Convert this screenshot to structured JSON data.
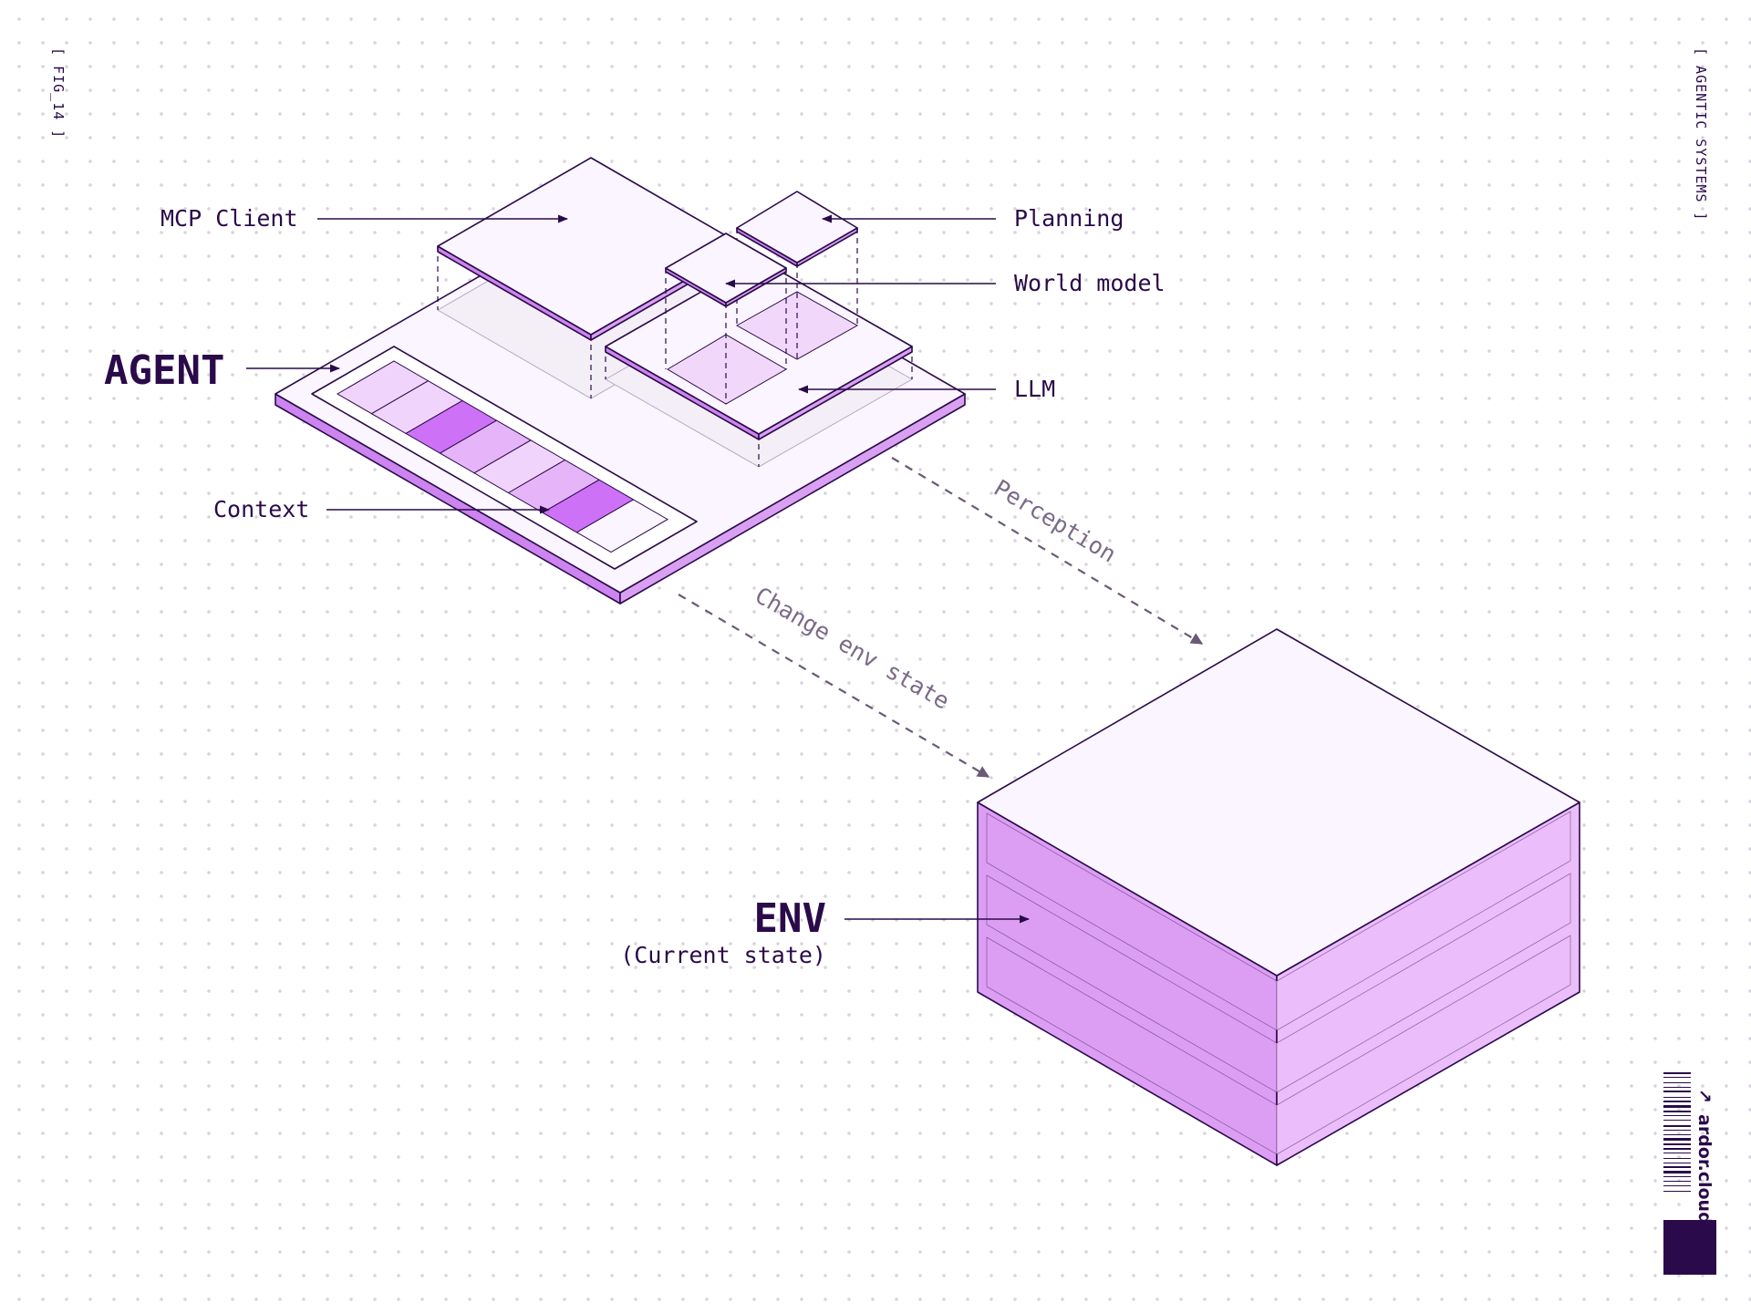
{
  "figure": {
    "tag_left": "[ FIG_14 ]",
    "tag_right": "[ AGENTIC SYSTEMS ]"
  },
  "agent": {
    "title": "AGENT",
    "components": {
      "mcp_client": "MCP Client",
      "planning": "Planning",
      "world_model": "World model",
      "llm": "LLM",
      "context": "Context"
    }
  },
  "env": {
    "title": "ENV",
    "subtitle": "(Current state)"
  },
  "flows": {
    "perception": "Perception",
    "change_env_state": "Change env state"
  },
  "brand": {
    "name": "ardor.cloud",
    "arrow_icon": "arrow-up-right-icon",
    "barcode_icon": "barcode-icon"
  },
  "colors": {
    "ink": "#2a0a4a",
    "lilac_top": "#faf5ff",
    "lilac_side": "#cc84ee",
    "lilac_light": "#f0d4fb",
    "lilac_mid": "#e6b4f8",
    "lilac_strong": "#cd72f7",
    "env_left": "#dc9ef3",
    "env_right": "#ebbdfa",
    "flow_gray": "#6a5a78"
  }
}
